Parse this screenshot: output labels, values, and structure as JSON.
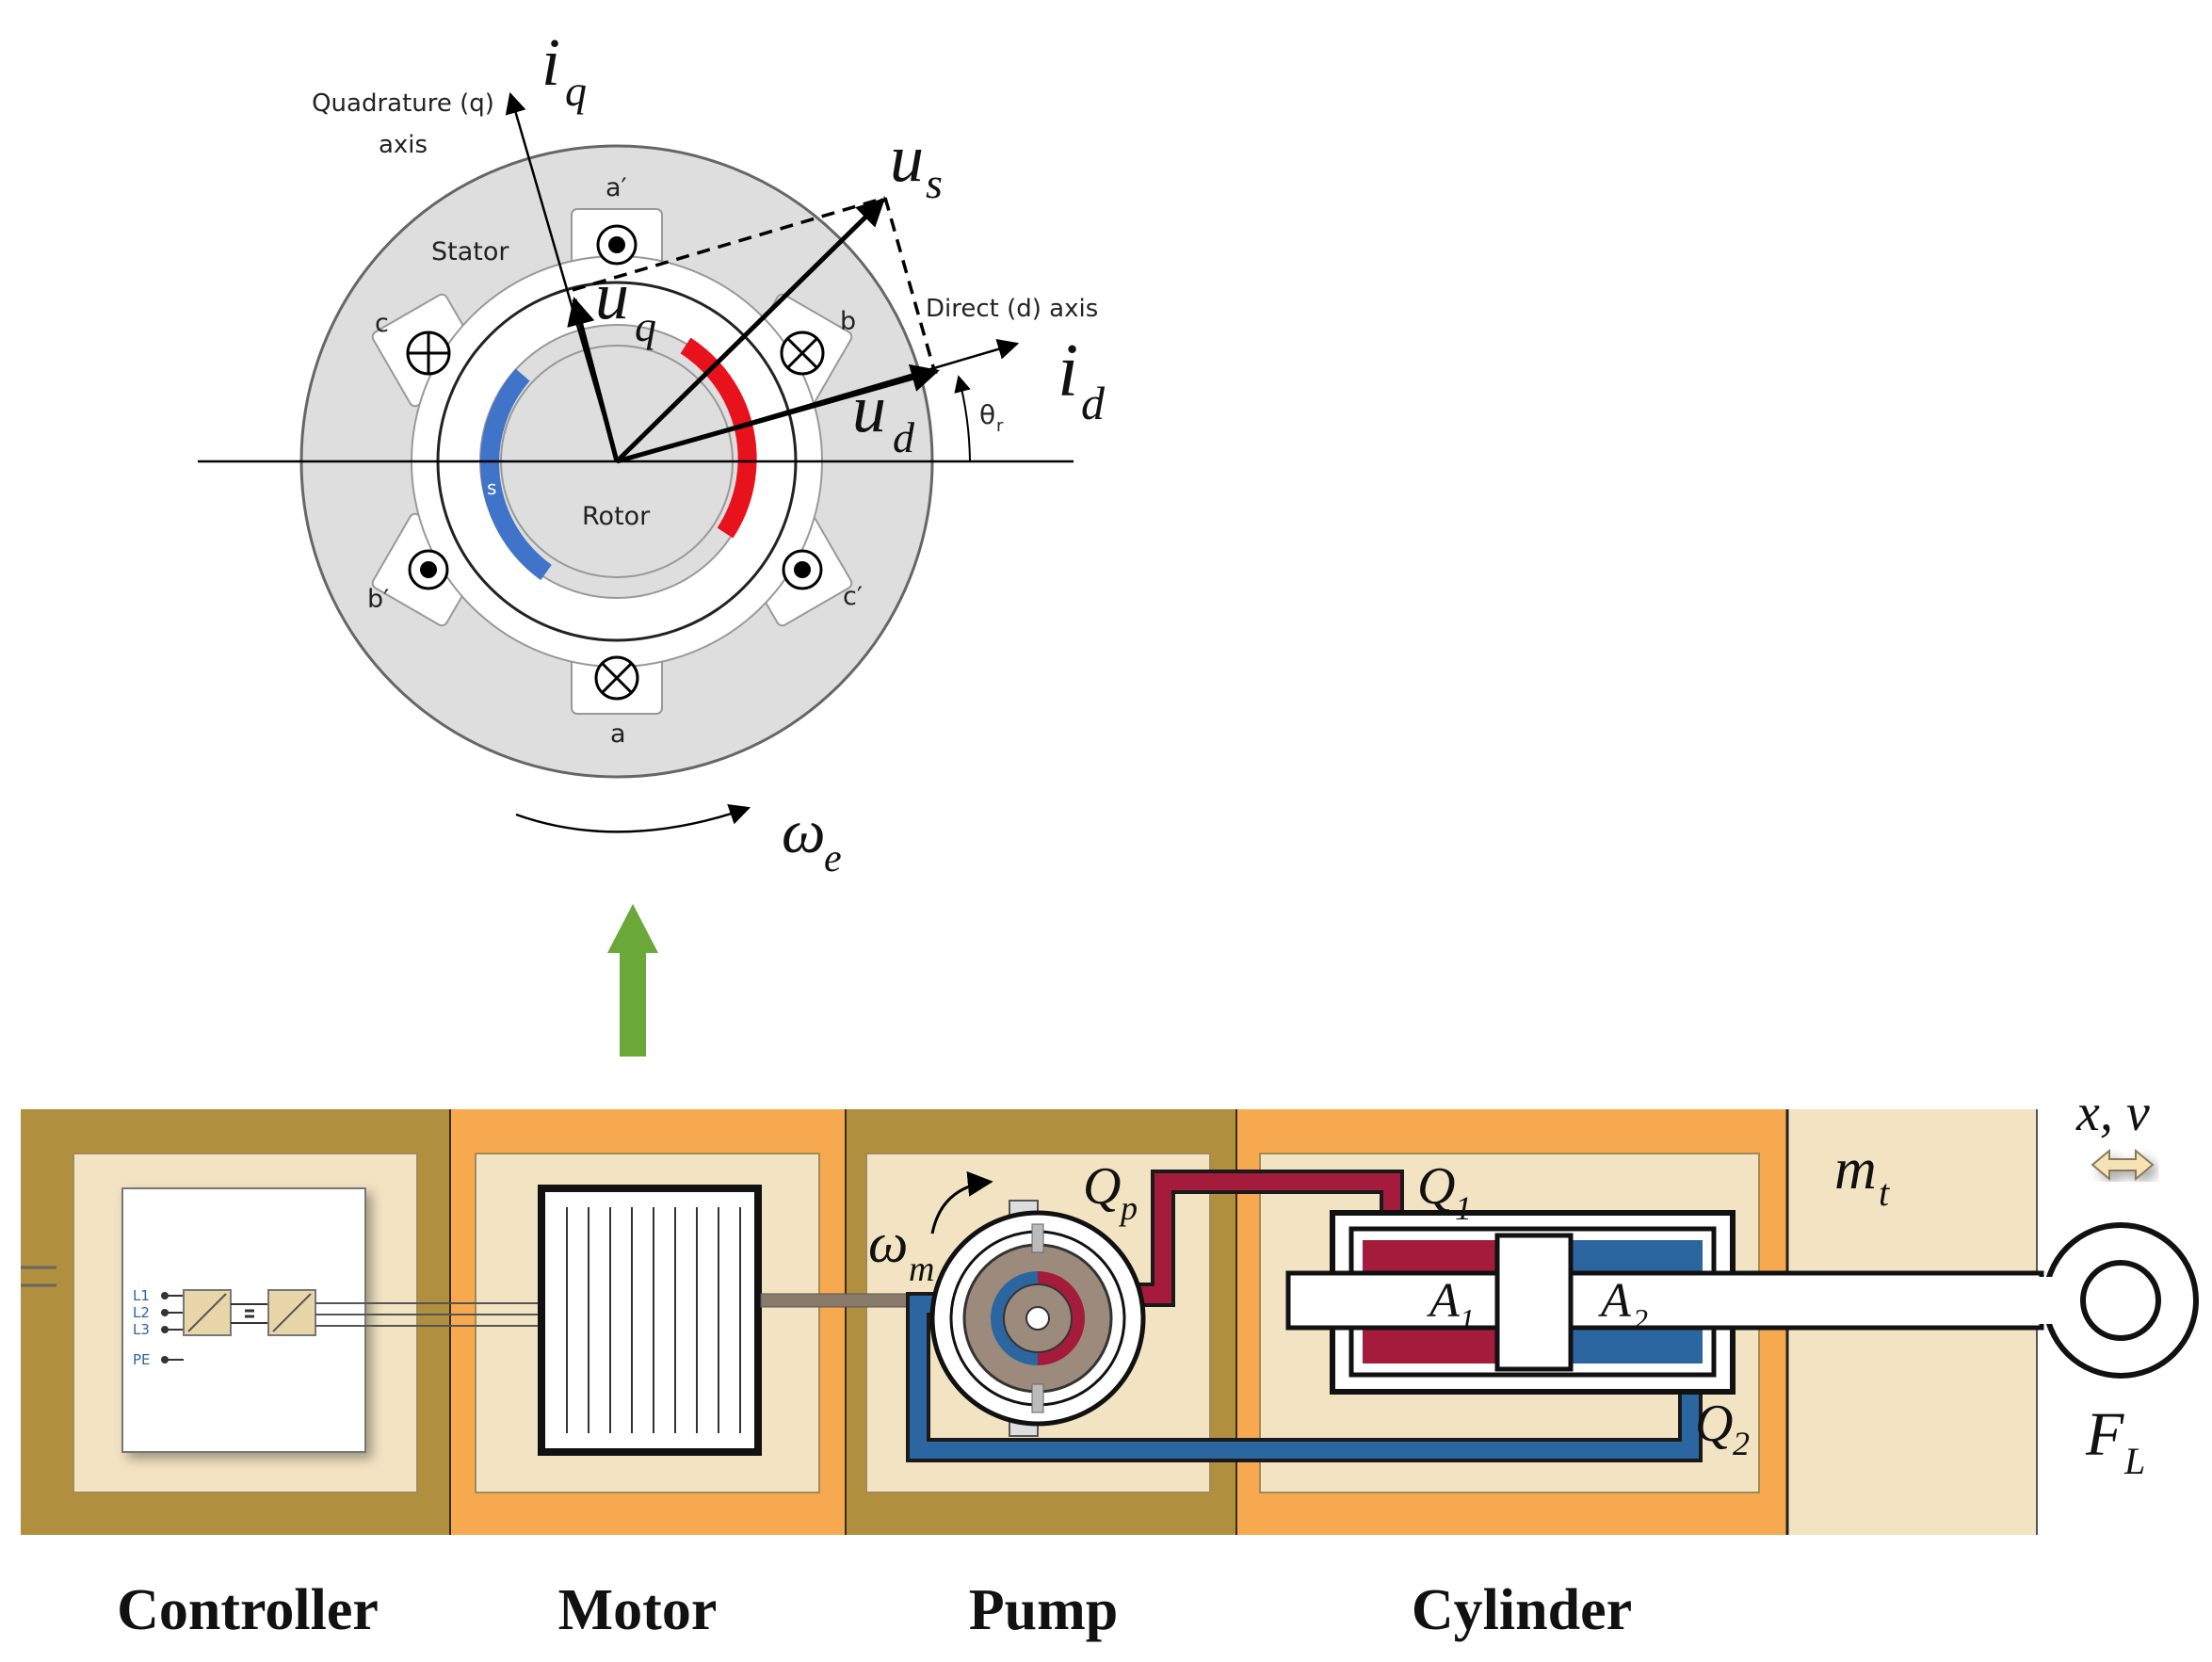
{
  "motor_diagram": {
    "axis_q_label_line1": "Quadrature (q)",
    "axis_q_label_line2": "axis",
    "axis_d_label": "Direct (d) axis",
    "stator_label": "Stator",
    "rotor_label": "Rotor",
    "pole_s_label": "s",
    "slot_labels": {
      "a_prime": "a′",
      "b": "b",
      "c_prime": "c′",
      "a": "a",
      "b_prime": "b′",
      "c": "c"
    },
    "iq": {
      "main": "i",
      "sub": "q"
    },
    "id": {
      "main": "i",
      "sub": "d"
    },
    "us": {
      "main": "u",
      "sub": "s"
    },
    "uq": {
      "main": "u",
      "sub": "q"
    },
    "ud": {
      "main": "u",
      "sub": "d"
    },
    "theta": {
      "main": "θ",
      "sub": "r"
    },
    "omega_e": {
      "main": "ω",
      "sub": "e"
    }
  },
  "system": {
    "colors": {
      "dark_band": "#b0903f",
      "orange_band": "#f6a94f",
      "panel": "#f2e3c2",
      "red_line": "#a51b3b",
      "blue_line": "#2b66a0",
      "green_arrow": "#6aa83a"
    },
    "controller_terminals": [
      "L1",
      "L2",
      "L3",
      "PE"
    ],
    "omega_m": {
      "main": "ω",
      "sub": "m"
    },
    "qp": {
      "main": "Q",
      "sub": "p"
    },
    "q1": {
      "main": "Q",
      "sub": "1"
    },
    "q2": {
      "main": "Q",
      "sub": "2"
    },
    "a1": {
      "main": "A",
      "sub": "1"
    },
    "a2": {
      "main": "A",
      "sub": "2"
    },
    "mt": {
      "main": "m",
      "sub": "t"
    },
    "xv": "x, v",
    "fl": {
      "main": "F",
      "sub": "L"
    }
  },
  "captions": {
    "controller": "Controller",
    "motor": "Motor",
    "pump": "Pump",
    "cylinder": "Cylinder"
  }
}
